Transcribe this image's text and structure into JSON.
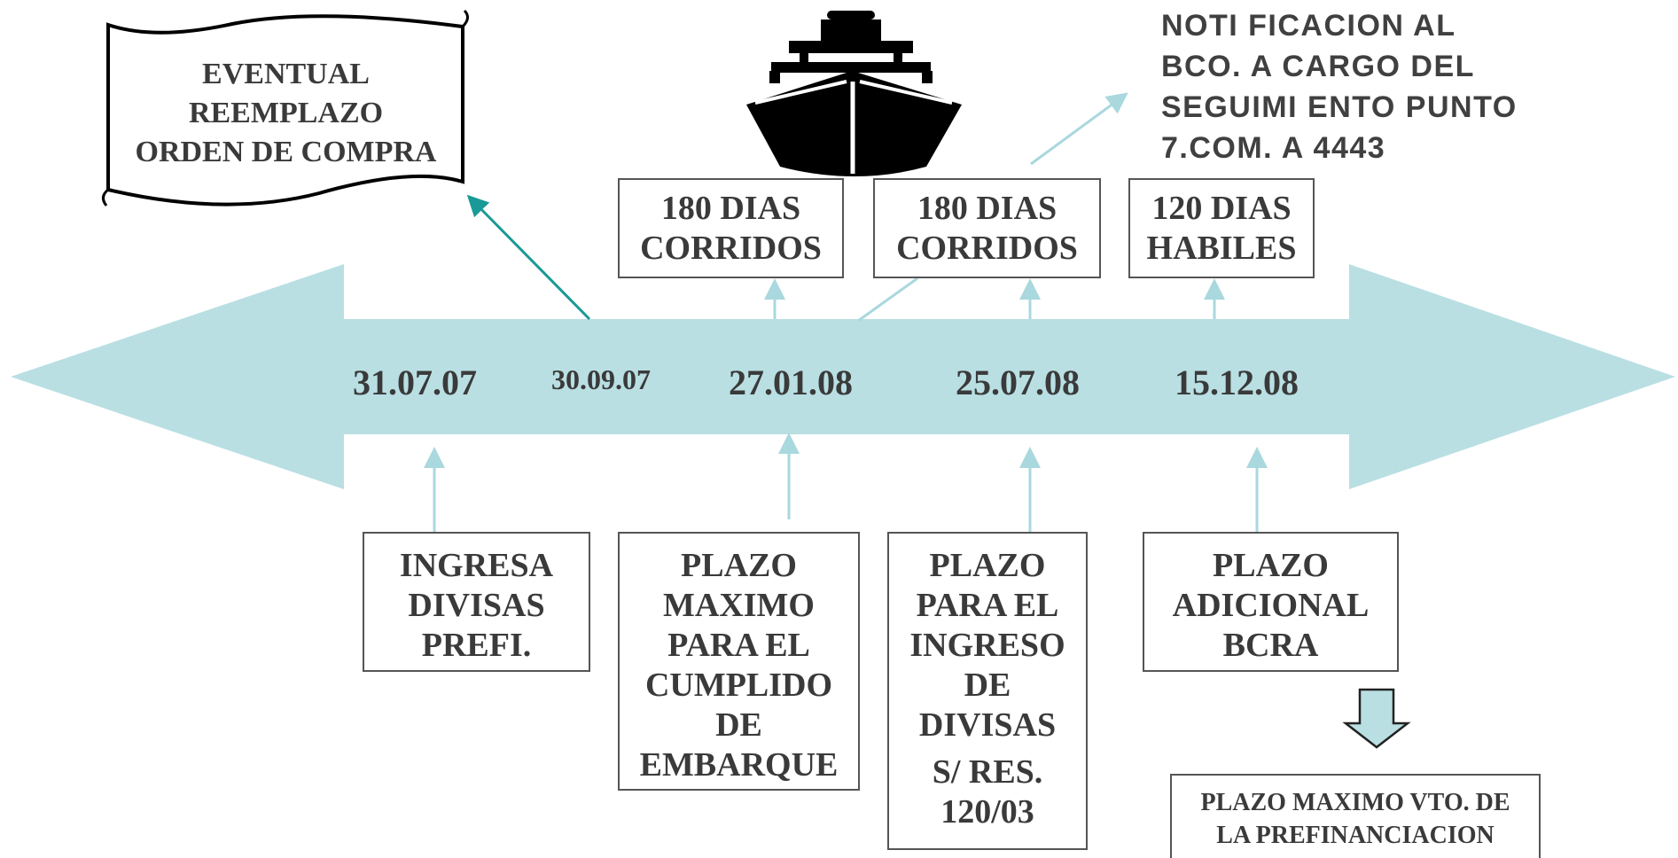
{
  "timeline": {
    "dates": [
      "31.07.07",
      "30.09.07",
      "27.01.08",
      "25.07.08",
      "15.12.08"
    ]
  },
  "scroll_note": {
    "lines": [
      "EVENTUAL",
      "REEMPLAZO",
      "ORDEN DE COMPRA"
    ]
  },
  "notification": {
    "lines": [
      "NOTI FICACION AL",
      "BCO. A CARGO DEL",
      "SEGUIMI ENTO PUNTO",
      "7.COM. A 4443"
    ]
  },
  "top_boxes": [
    {
      "lines": [
        "180 DIAS",
        "CORRIDOS"
      ]
    },
    {
      "lines": [
        "180 DIAS",
        "CORRIDOS"
      ]
    },
    {
      "lines": [
        "120 DIAS",
        "HABILES"
      ]
    }
  ],
  "bottom_boxes": [
    {
      "lines": [
        "INGRESA",
        "DIVISAS",
        "PREFI."
      ]
    },
    {
      "lines": [
        "PLAZO",
        "MAXIMO",
        "PARA EL",
        "CUMPLIDO",
        "DE",
        "EMBARQUE"
      ]
    },
    {
      "lines": [
        "PLAZO",
        "PARA EL",
        "INGRESO",
        "DE",
        "DIVISAS"
      ],
      "extra": [
        "S/ RES.",
        "120/03"
      ]
    },
    {
      "lines": [
        "PLAZO",
        "ADICIONAL",
        "BCRA"
      ]
    }
  ],
  "final_box": {
    "lines": [
      "PLAZO MAXIMO VTO. DE",
      "LA PREFINANCIACION"
    ]
  },
  "colors": {
    "arrow_fill": "#b9dfe3",
    "connector": "#a9d8de",
    "teal_arrow": "#1a9a96",
    "border": "#555555",
    "text": "#3a3a3a"
  },
  "icons": [
    "ship-icon",
    "scroll-banner",
    "down-arrow-icon"
  ]
}
